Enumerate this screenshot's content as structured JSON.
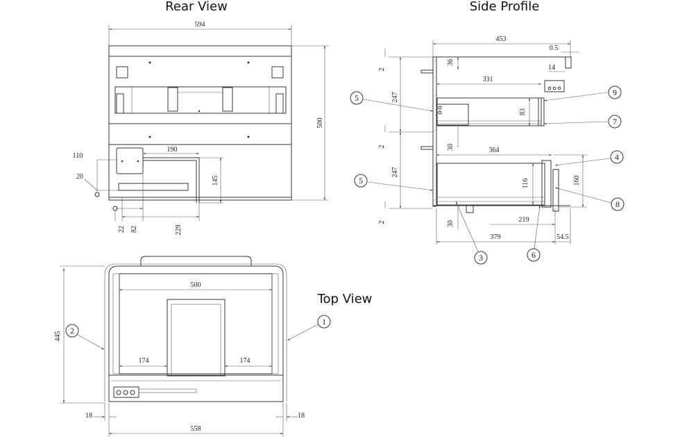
{
  "views": {
    "rear": {
      "title": "Rear View",
      "dims": {
        "width": "594",
        "height": "500",
        "plate_offset": "110",
        "pipe_height": "20",
        "trap_run": "190",
        "trap_drop": "145",
        "offset_22": "22",
        "offset_82": "82",
        "offset_229": "229"
      }
    },
    "side": {
      "title": "Side Profile",
      "dims": {
        "depth": "453",
        "gap": "0.5",
        "top_36": "36",
        "top_14": "14",
        "drawer1_depth": "331",
        "drawer1_height": "83",
        "drawer2_depth": "364",
        "drawer2_height": "116",
        "front_160": "160",
        "bottom_219": "219",
        "base_379": "379",
        "overhang": "54.5",
        "upper_2": "2",
        "upper_247": "247",
        "mid_2": "2",
        "lower_247": "247",
        "bottom_2": "2",
        "spacer_30a": "30",
        "spacer_30b": "30"
      },
      "callouts": [
        "9",
        "7",
        "4",
        "8",
        "5",
        "5",
        "3",
        "6"
      ]
    },
    "top": {
      "title": "Top View",
      "dims": {
        "inner_width": "500",
        "depth": "445",
        "left_174": "174",
        "right_174": "174",
        "side_18_left": "18",
        "side_18_right": "18",
        "outer_width": "558"
      },
      "callouts": [
        "2",
        "1"
      ]
    }
  }
}
